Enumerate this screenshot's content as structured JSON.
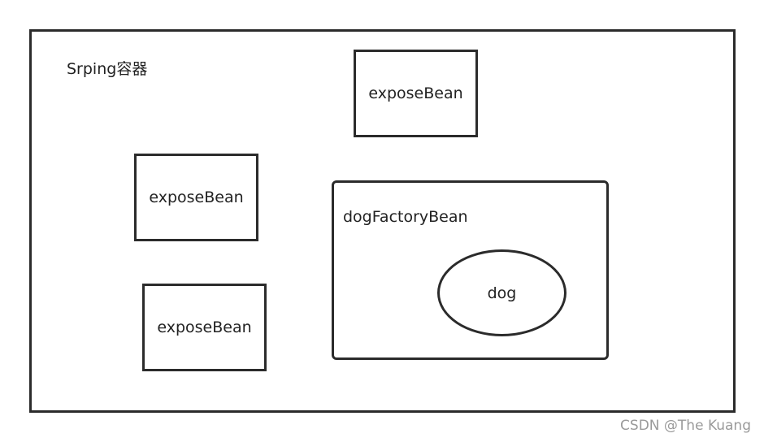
{
  "diagram": {
    "container": {
      "label": "Srping容器"
    },
    "beans": [
      {
        "label": "exposeBean"
      },
      {
        "label": "exposeBean"
      },
      {
        "label": "exposeBean"
      }
    ],
    "factory": {
      "label": "dogFactoryBean",
      "inner": {
        "label": "dog"
      }
    }
  },
  "watermark": "CSDN @The Kuang",
  "colors": {
    "stroke": "#2b2b2b",
    "text": "#222222",
    "watermark": "#9a9a9a",
    "background": "#ffffff"
  }
}
